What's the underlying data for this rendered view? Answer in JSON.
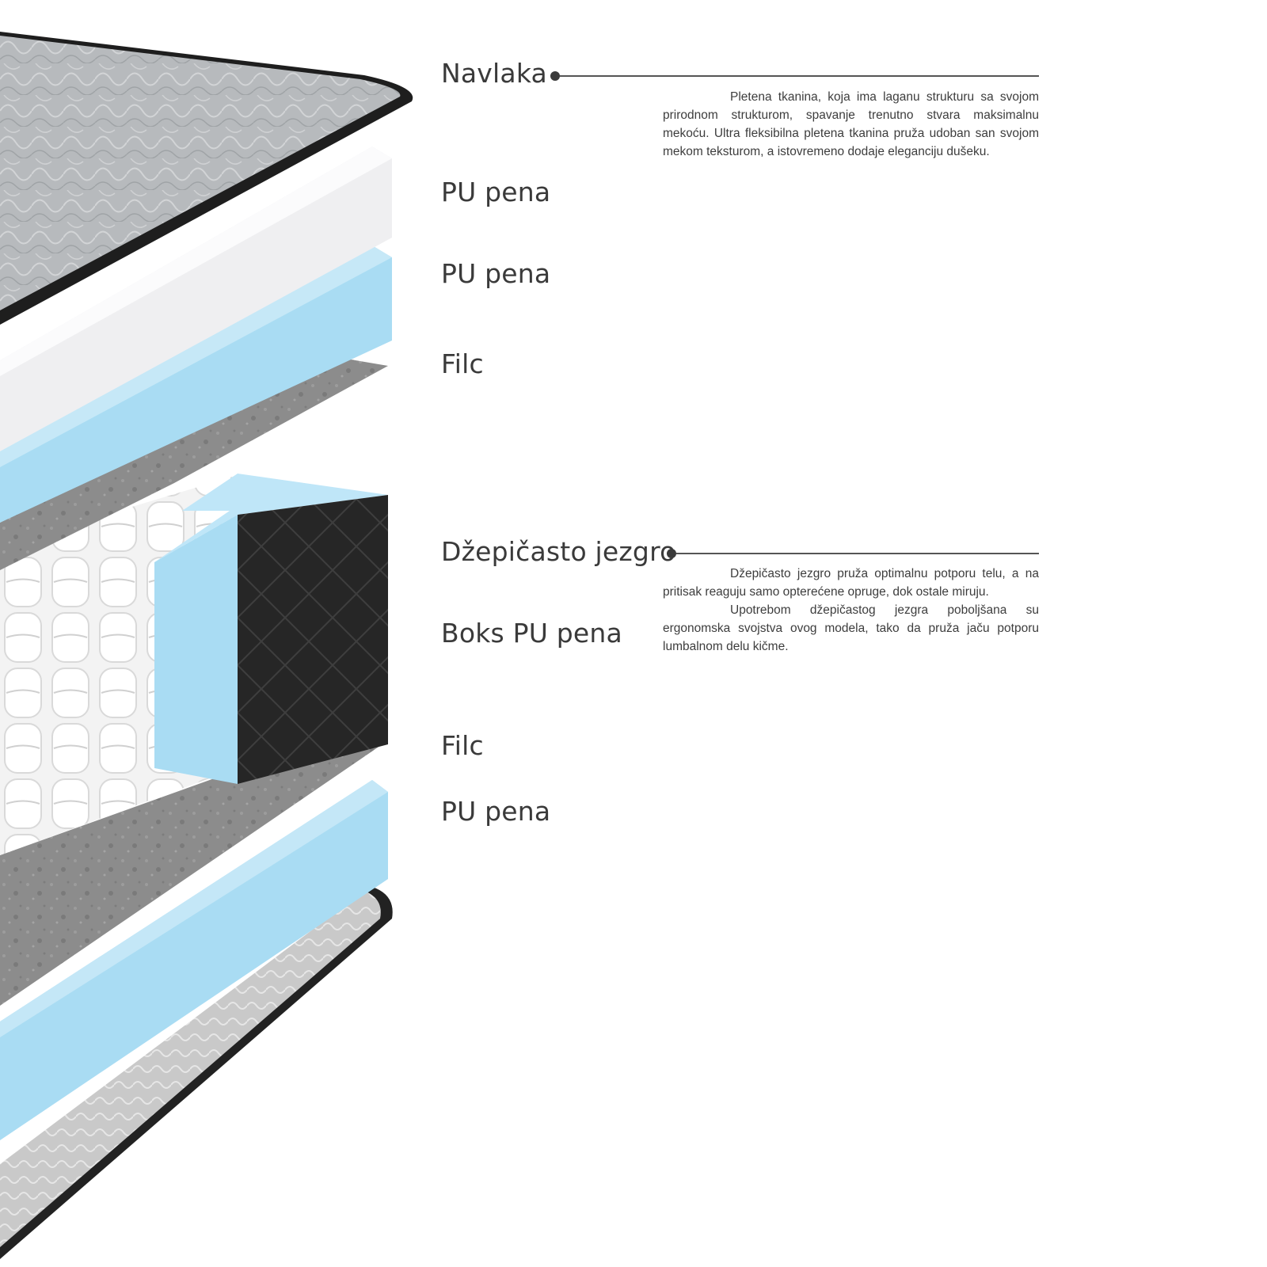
{
  "layers": [
    {
      "id": "navlaka",
      "label": "Navlaka"
    },
    {
      "id": "pu-pena-1",
      "label": "PU pena"
    },
    {
      "id": "pu-pena-2",
      "label": "PU pena"
    },
    {
      "id": "filc-1",
      "label": "Filc"
    },
    {
      "id": "dzepicasto-jezgro",
      "label": "Džepičasto jezgro"
    },
    {
      "id": "boks-pu-pena",
      "label": "Boks PU pena"
    },
    {
      "id": "filc-2",
      "label": "Filc"
    },
    {
      "id": "pu-pena-3",
      "label": "PU pena"
    }
  ],
  "descriptions": {
    "navlaka": [
      "Pletena tkanina, koja ima laganu strukturu sa svojom prirodnom strukturom, spavanje trenutno stvara maksimalnu mekoću. Ultra fleksibilna pletena tkanina pruža udoban san svojom mekom teksturom, a istovremeno dodaje eleganciju dušeku."
    ],
    "jezgro": [
      "Džepičasto jezgro pruža optimalnu potporu telu, a na pritisak reaguju samo opterećene opruge, dok ostale miruju.",
      "Upotrebom džepičastog jezgra poboljšana su ergonomska svojstva ovog modela, tako da pruža jaču potporu lumbalnom delu kičme."
    ]
  },
  "colors": {
    "text": "#3a3a3a",
    "foam_blue": "#a9dcf3",
    "foam_white": "#f1f1f3",
    "felt_gray": "#8a8a8a",
    "cover_gray": "#b9bcbf",
    "edge_black": "#1e1e1e"
  }
}
